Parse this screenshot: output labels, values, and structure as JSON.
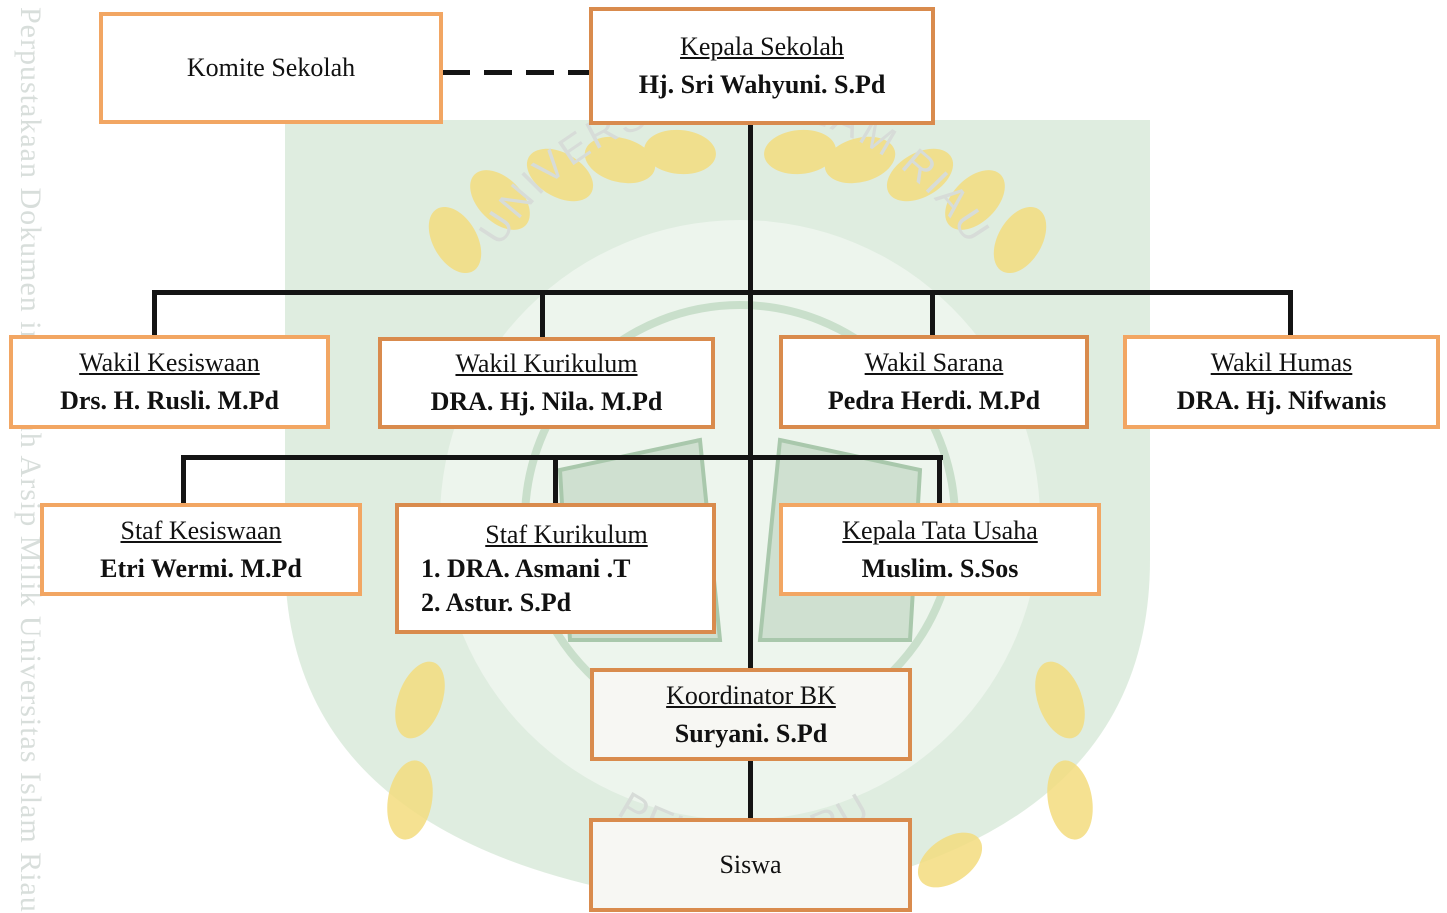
{
  "watermark": {
    "ring_top": "UNIVERSITAS ISLAM RIAU",
    "ring_bottom": "PEKANBARU",
    "side_text": "Perpustakaan Dokumen ini adalah Arsip Milik Universitas Islam Riau"
  },
  "nodes": {
    "komite": {
      "title": "Komite Sekolah"
    },
    "kepala": {
      "title": "Kepala Sekolah",
      "name": "Hj. Sri Wahyuni. S.Pd"
    },
    "wakil_kesiswaan": {
      "title": "Wakil Kesiswaan",
      "name": "Drs. H. Rusli. M.Pd"
    },
    "wakil_kurikulum": {
      "title": "Wakil Kurikulum",
      "name": "DRA. Hj. Nila. M.Pd"
    },
    "wakil_sarana": {
      "title": "Wakil Sarana",
      "name": "Pedra Herdi. M.Pd"
    },
    "wakil_humas": {
      "title": "Wakil Humas",
      "name": "DRA. Hj. Nifwanis"
    },
    "staf_kesiswaan": {
      "title": "Staf Kesiswaan",
      "name": "Etri Wermi. M.Pd"
    },
    "staf_kurikulum": {
      "title": "Staf Kurikulum",
      "names": [
        "1. DRA. Asmani .T",
        "2. Astur. S.Pd"
      ]
    },
    "kepala_tu": {
      "title": "Kepala Tata Usaha",
      "name": "Muslim. S.Sos"
    },
    "koordinator_bk": {
      "title": "Koordinator BK",
      "name": "Suryani. S.Pd"
    },
    "siswa": {
      "title": "Siswa"
    }
  },
  "colors": {
    "box_border": "#f2a663",
    "line": "#141414",
    "watermark_green": "#3f8a4e",
    "watermark_gold": "#f3d35c"
  }
}
